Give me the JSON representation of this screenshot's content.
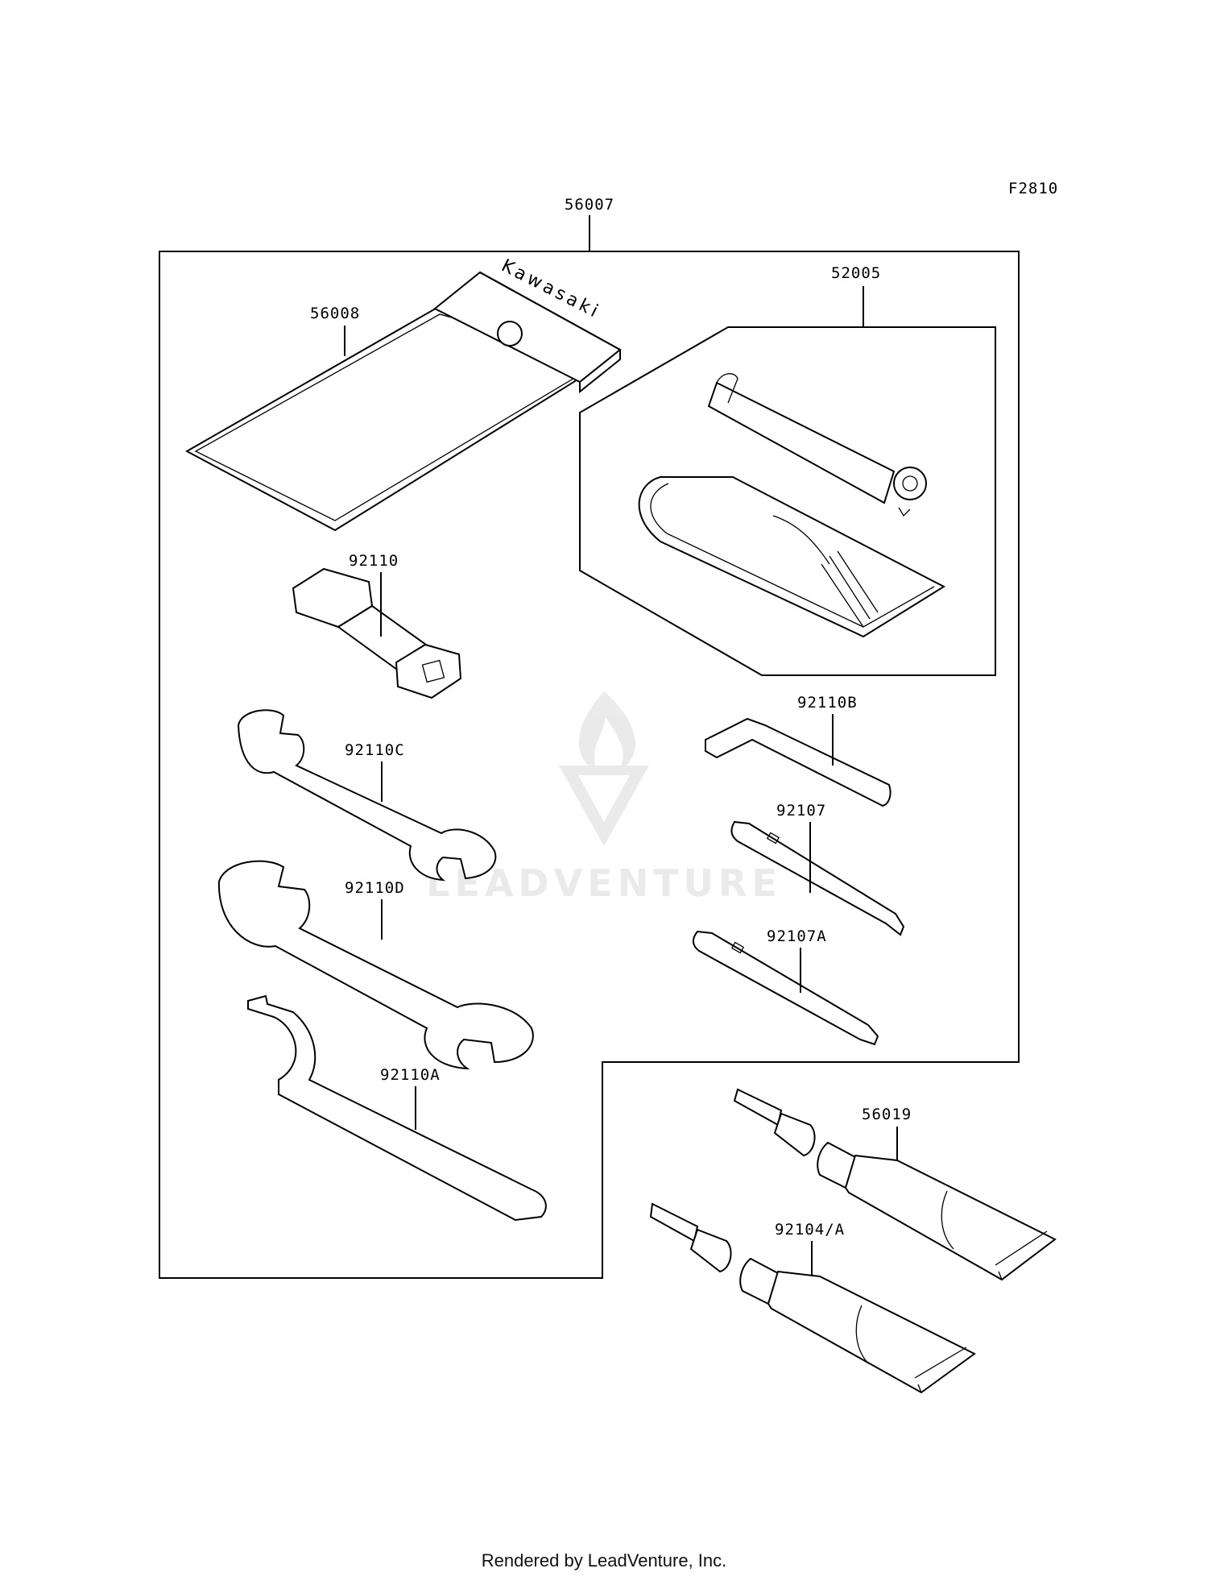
{
  "figure_code": "F2810",
  "brand_text": "Kawasaki",
  "watermark_text": "LEADVENTURE",
  "footer_text": "Rendered by LeadVenture, Inc.",
  "parts": {
    "tool_kit": "56007",
    "tool_bag": "56008",
    "tire_repair_kit": "52005",
    "plug_wrench": "92110",
    "wrench_c": "92110C",
    "wrench_d": "92110D",
    "hook_wrench": "92110A",
    "hex_key": "92110B",
    "screwdriver": "92107",
    "screwdriver_a": "92107A",
    "sealant_tube": "56019",
    "sealant_tube_a": "92104/A"
  }
}
